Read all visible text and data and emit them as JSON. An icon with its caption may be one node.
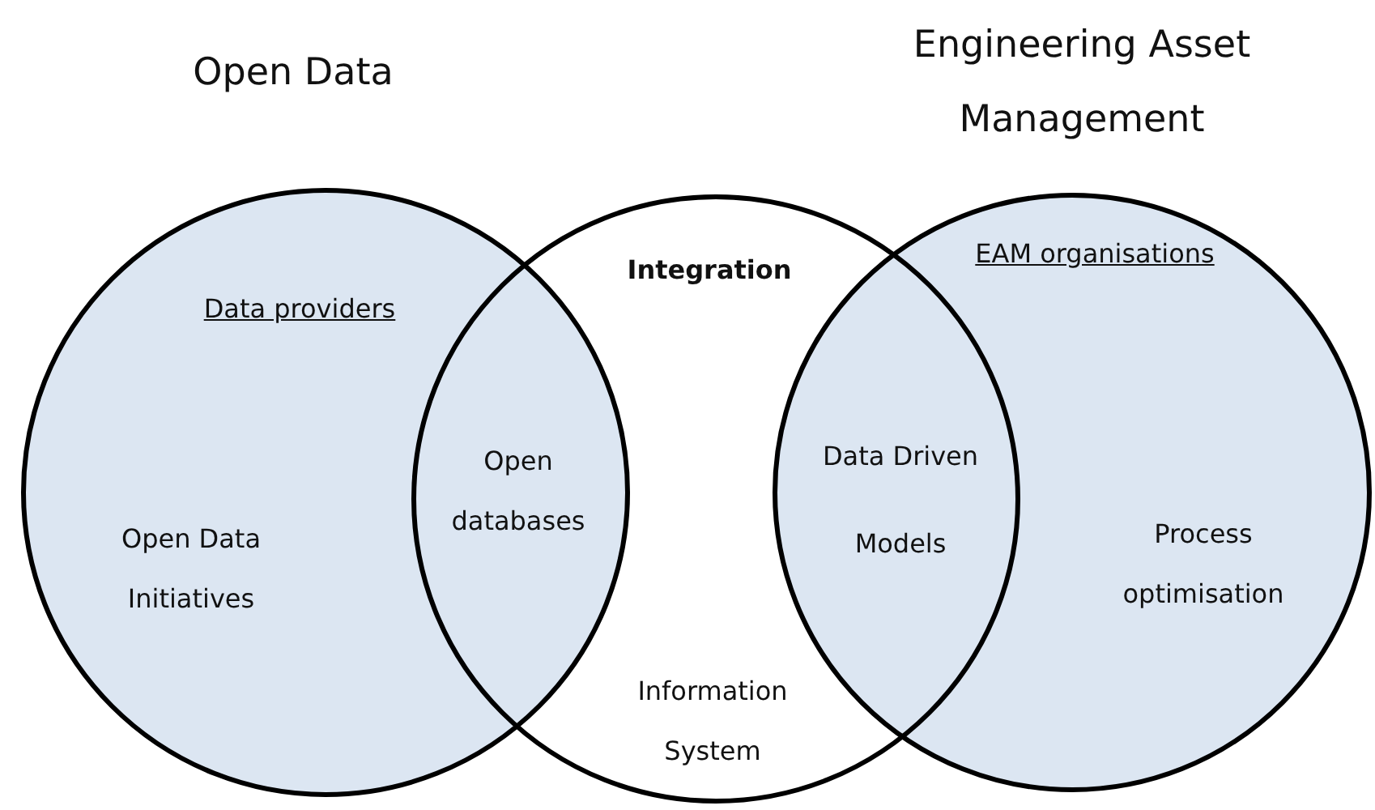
{
  "diagram": {
    "nodes": [
      {
        "text": [
          "Open Data",
          "Data providers",
          "Open Data Initiatives"
        ]
      },
      {
        "text": [
          "Integration",
          "Information System"
        ]
      },
      {
        "text": [
          "Engineering Asset Management",
          "EAM organisations",
          "Process optimisation"
        ]
      },
      {
        "text": [
          "Open databases"
        ]
      },
      {
        "text": [
          "Data Driven Models"
        ]
      }
    ],
    "edges": []
  }
}
